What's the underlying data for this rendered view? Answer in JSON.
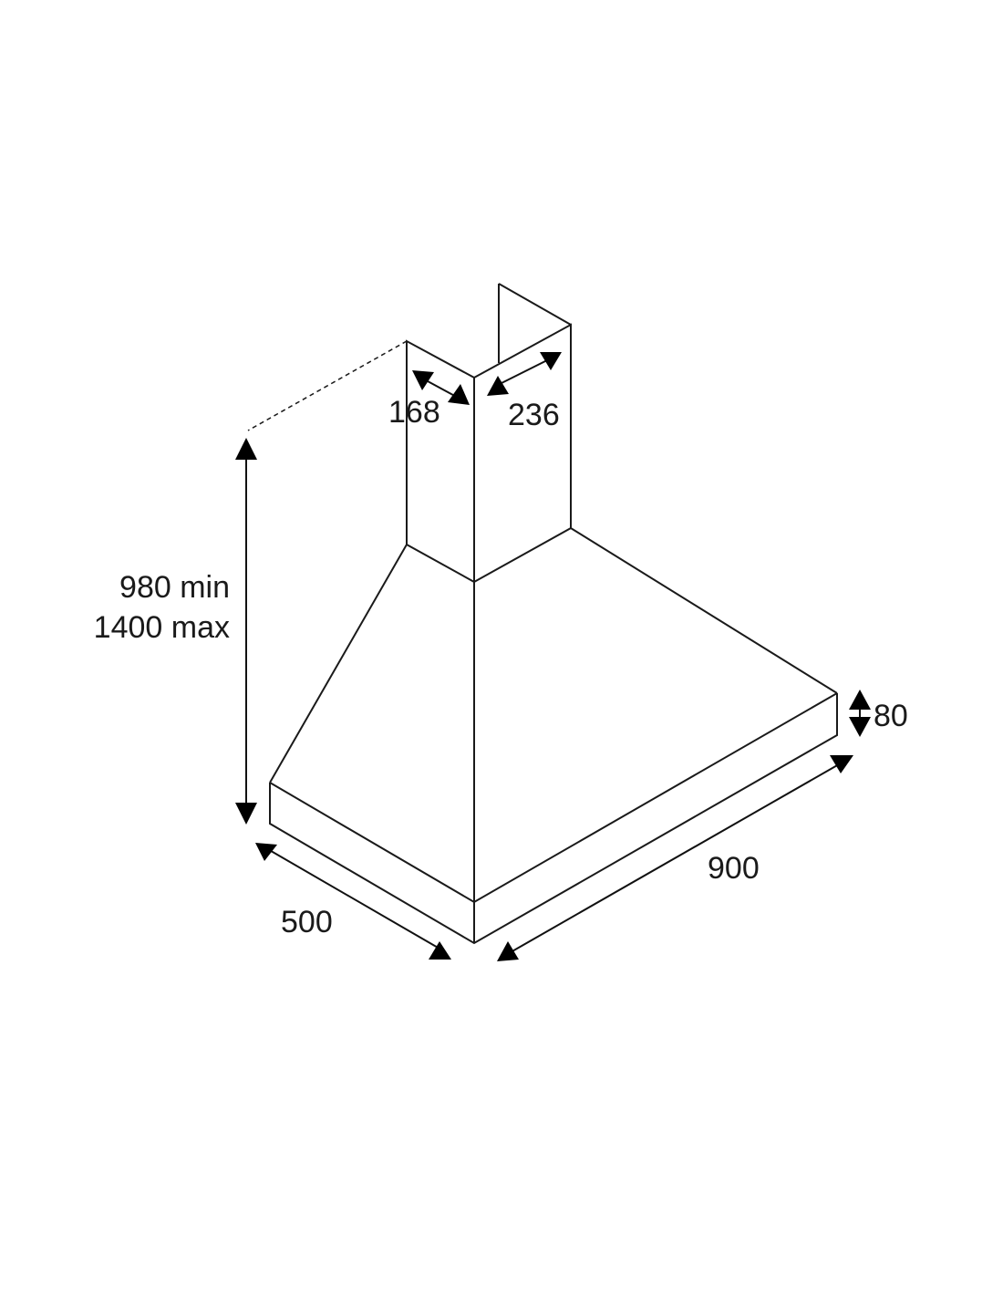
{
  "dimensions": {
    "chimney_depth": "168",
    "chimney_width": "236",
    "height_min": "980 min",
    "height_max": "1400 max",
    "canopy_rim_height": "80",
    "overall_width": "900",
    "overall_depth": "500"
  },
  "colors": {
    "line": "#1a1a1a",
    "arrow": "#000000",
    "background": "#ffffff"
  }
}
